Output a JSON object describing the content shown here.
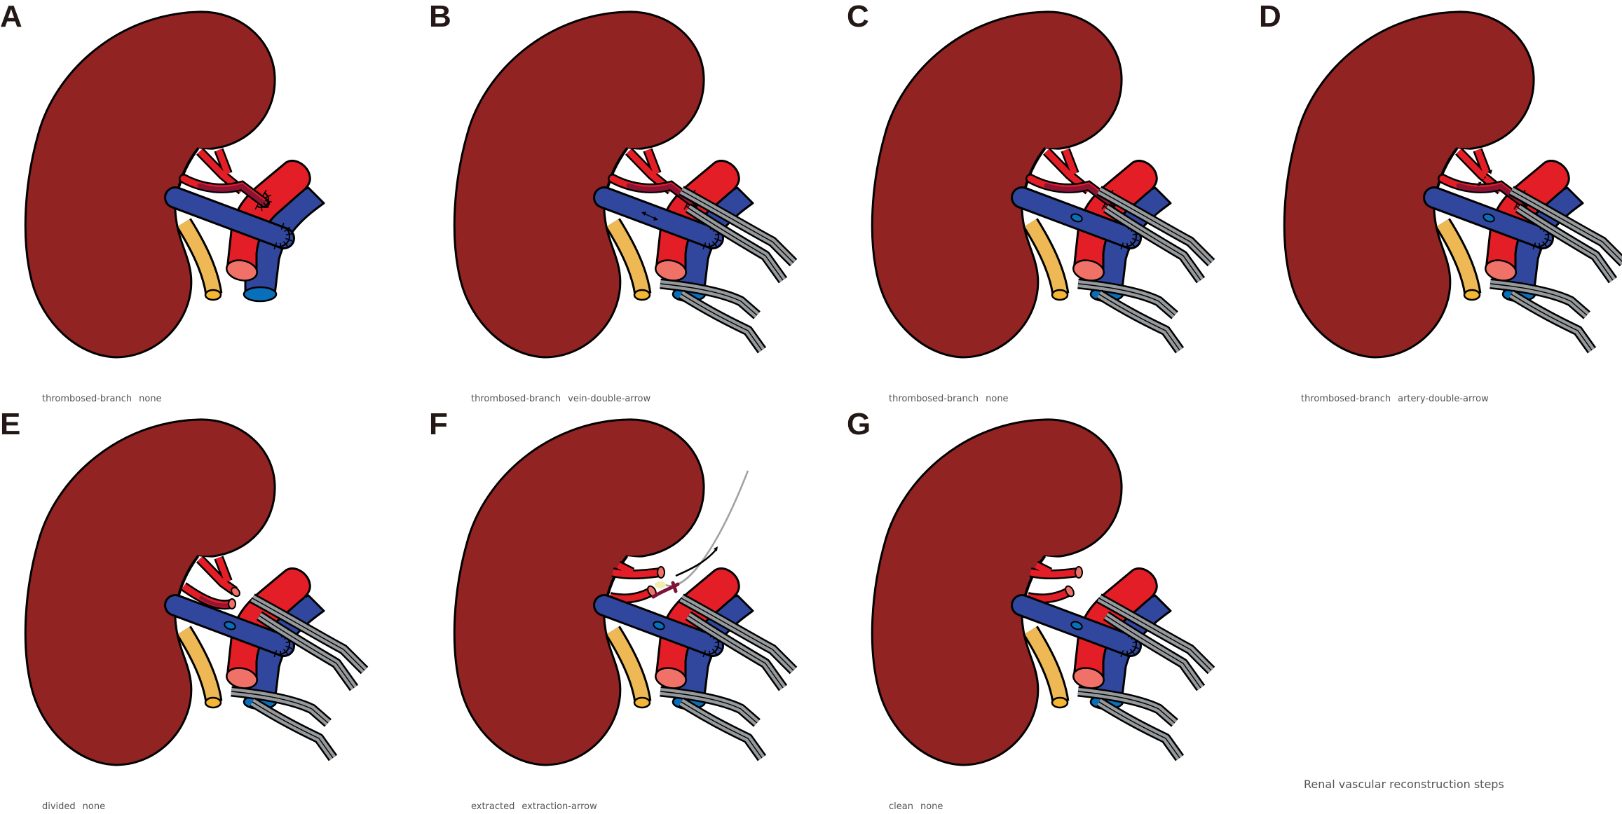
{
  "figure": {
    "title": "Renal vascular reconstruction steps",
    "panels": [
      {
        "id": "a",
        "label": "A",
        "clamps": false,
        "artery_state": "thrombosed-branch",
        "venotomy": false,
        "arteriotomy": false,
        "arrows": "none",
        "extraction": false,
        "stumps": false
      },
      {
        "id": "b",
        "label": "B",
        "clamps": true,
        "artery_state": "thrombosed-branch",
        "venotomy": false,
        "arteriotomy": false,
        "arrows": "vein-double-arrow",
        "extraction": false,
        "stumps": false
      },
      {
        "id": "c",
        "label": "C",
        "clamps": true,
        "artery_state": "thrombosed-branch",
        "venotomy": true,
        "arteriotomy": true,
        "arrows": "none",
        "extraction": false,
        "stumps": true
      },
      {
        "id": "d",
        "label": "D",
        "clamps": true,
        "artery_state": "thrombosed-branch",
        "venotomy": true,
        "arteriotomy": true,
        "arrows": "artery-double-arrow",
        "extraction": false,
        "stumps": true
      },
      {
        "id": "e",
        "label": "E",
        "clamps": true,
        "artery_state": "divided",
        "venotomy": true,
        "arteriotomy": true,
        "arrows": "none",
        "extraction": false,
        "stumps": true
      },
      {
        "id": "f",
        "label": "F",
        "clamps": true,
        "artery_state": "extracted",
        "venotomy": true,
        "arteriotomy": true,
        "arrows": "extraction-arrow",
        "extraction": true,
        "stumps": true
      },
      {
        "id": "g",
        "label": "G",
        "clamps": true,
        "artery_state": "clean",
        "venotomy": true,
        "arteriotomy": true,
        "arrows": "none",
        "extraction": false,
        "stumps": true
      }
    ]
  },
  "colors": {
    "kidney": "#912323",
    "artery": "#e41e26",
    "artery_cut": "#f07167",
    "vein": "#31479e",
    "vein_cut": "#0a6fba",
    "ureter": "#eeb955",
    "ureter_cut": "#f4b633",
    "thrombus": "#7e1238",
    "clamp": "#969a9d",
    "outline": "#000000",
    "label": "#231815",
    "plaque": "#f4ecb0"
  }
}
